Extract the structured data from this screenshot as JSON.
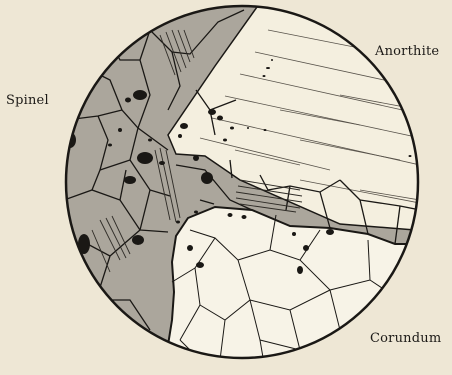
{
  "labels": {
    "spinel": "Spinel",
    "anorthite": "Anorthite",
    "corundum": "Corundum"
  },
  "colors": {
    "background": "#eee7d5",
    "spinel_fill": "#aba69c",
    "anorthite_fill": "#f4efdf",
    "corundum_fill": "#f7f3e7",
    "ink": "#1a1815"
  }
}
